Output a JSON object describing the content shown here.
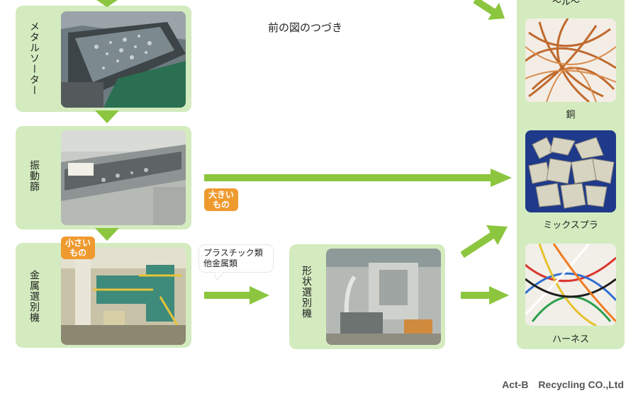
{
  "diagram": {
    "continuation_note": "前の図のつづき",
    "stages": [
      {
        "label": "メタルソーター"
      },
      {
        "label": "振動篩"
      },
      {
        "label": "金属選別機"
      },
      {
        "label": "形状選別機"
      }
    ],
    "badges": {
      "large": "大きい\nもの",
      "small": "小さい\nもの"
    },
    "bubble_text": "プラスチック類\n他金属類",
    "outputs": [
      {
        "label": "銅"
      },
      {
        "label": "ミックスプラ"
      },
      {
        "label": "ハーネス"
      }
    ],
    "top_cut_text": "〜ル〜",
    "company": "Act-B　Recycling CO.,Ltd",
    "colors": {
      "card_bg": "#d3ebbf",
      "arrow": "#8cc63f",
      "badge": "#ef9a2f"
    }
  }
}
